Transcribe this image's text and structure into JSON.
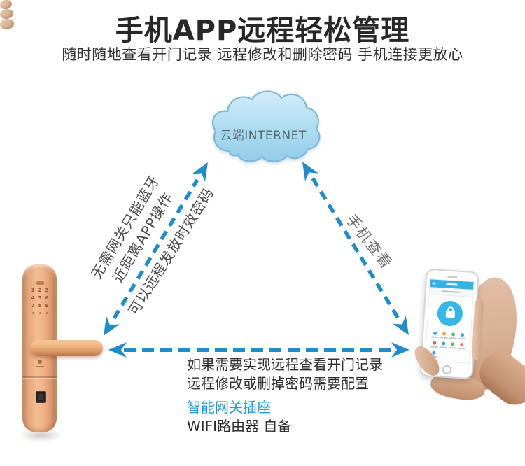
{
  "header": {
    "title": "手机APP远程轻松管理",
    "subtitle": "随时随地查看开门记录 远程修改和删除密码 手机连接更放心"
  },
  "cloud": {
    "label": "云端INTERNET"
  },
  "connections": {
    "left_line1": "无需网关只能蓝牙",
    "left_line2": "近距离APP操作",
    "left_line3": "可以远程发放时效密码",
    "right_label": "手机查看"
  },
  "footnote": {
    "line1": "如果需要实现远程查看开门记录",
    "line2": "远程修改或删掉密码需要配置",
    "gateway": "智能网关插座",
    "router": "WIFI路由器  自备"
  },
  "lock": {
    "keypad_rows": [
      [
        "1",
        "2",
        "3"
      ],
      [
        "4",
        "5",
        "6"
      ],
      [
        "7",
        "8",
        "9"
      ]
    ]
  },
  "phone": {
    "app_icon_colors": [
      "#3f9fe8",
      "#f0a43c",
      "#62bd6a",
      "#3f9fe8",
      "#e25a50",
      "#3f9fe8",
      "#62bd6a",
      "#ef7f52",
      "#3f9fe8"
    ]
  },
  "colors": {
    "arrow_blue": "#1e8ccd",
    "link_blue": "#1b9ce1",
    "cloud_fill": "#abdbf1",
    "cloud_stroke": "#7fb8d6",
    "lock_copper": "#eaa97c",
    "app_blue": "#35b2e5"
  }
}
